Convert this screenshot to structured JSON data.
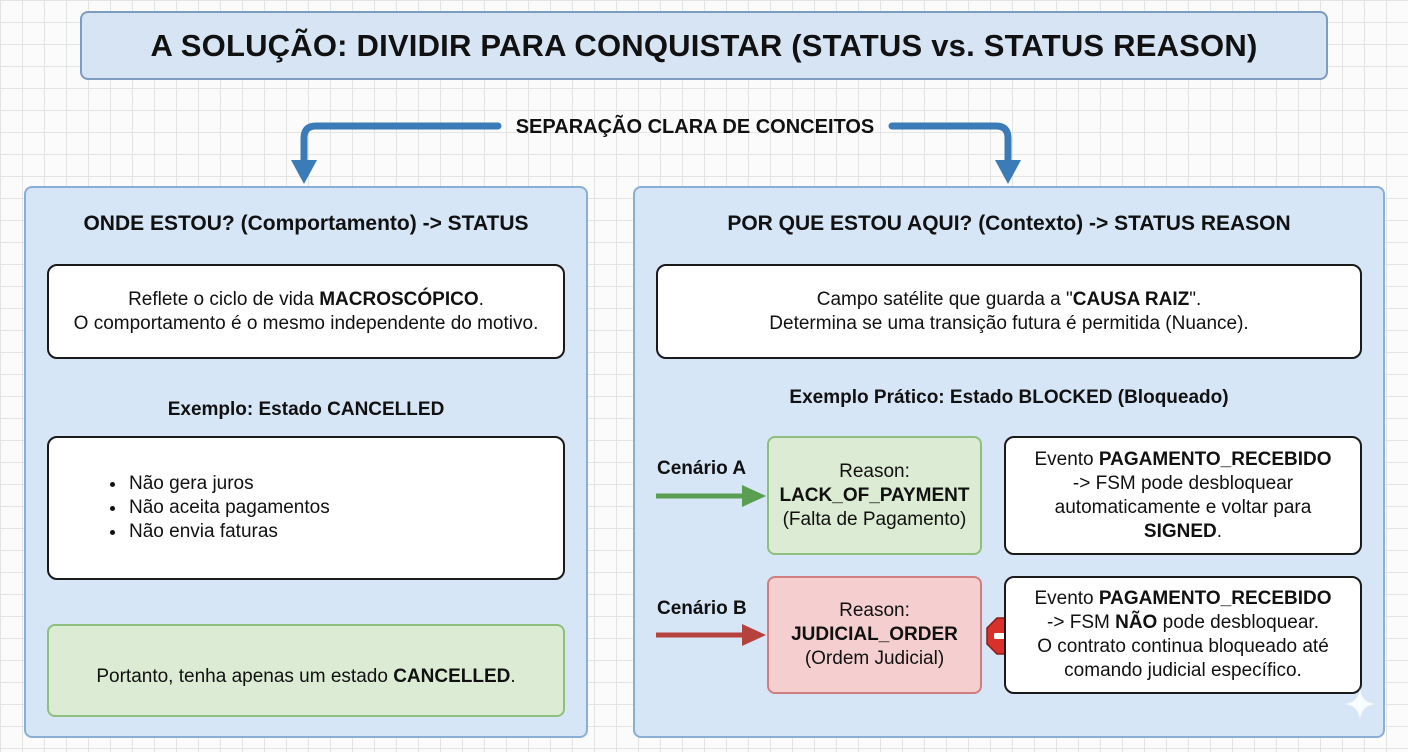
{
  "title": "A SOLUÇÃO: DIVIDIR PARA CONQUISTAR (STATUS vs. STATUS REASON)",
  "separator_label": "SEPARAÇÃO CLARA DE CONCEITOS",
  "colors": {
    "accent_blue": "#3b7bb8",
    "panel_blue": "#d7e6f7",
    "green": "#5a9e4f",
    "red": "#b5423c",
    "stop_red": "#d8312c"
  },
  "left_panel": {
    "heading": "ONDE ESTOU? (Comportamento) -> STATUS",
    "description": {
      "line1_prefix": "Reflete o ciclo de vida ",
      "line1_bold": "MACROSCÓPICO",
      "line1_suffix": ".",
      "line2": "O comportamento é o mesmo independente do motivo."
    },
    "example_heading": "Exemplo: Estado CANCELLED",
    "bullets": [
      "Não gera juros",
      "Não aceita pagamentos",
      "Não envia faturas"
    ],
    "conclusion": {
      "prefix": "Portanto, tenha apenas um estado ",
      "bold": "CANCELLED",
      "suffix": "."
    }
  },
  "right_panel": {
    "heading": "POR QUE ESTOU AQUI? (Contexto) -> STATUS REASON",
    "description": {
      "line1_prefix": "Campo satélite que guarda a \"",
      "line1_bold": "CAUSA RAIZ",
      "line1_suffix": "\".",
      "line2": "Determina se uma transição futura é permitida (Nuance)."
    },
    "example_heading": "Exemplo Prático: Estado BLOCKED (Bloqueado)",
    "scenario_a": {
      "label": "Cenário A",
      "reason_label": "Reason:",
      "reason_code": "LACK_OF_PAYMENT",
      "reason_desc": "(Falta de Pagamento)",
      "outcome": {
        "line1_prefix": "Evento ",
        "line1_bold": "PAGAMENTO_RECEBIDO",
        "line2": "-> FSM pode desbloquear",
        "line3": "automaticamente e voltar para",
        "line4_bold": "SIGNED",
        "line4_suffix": "."
      }
    },
    "scenario_b": {
      "label": "Cenário B",
      "reason_label": "Reason:",
      "reason_code": "JUDICIAL_ORDER",
      "reason_desc": "(Ordem Judicial)",
      "stop_icon": "no-entry-icon",
      "outcome": {
        "line1_prefix": "Evento ",
        "line1_bold": "PAGAMENTO_RECEBIDO",
        "line2_prefix": "-> FSM ",
        "line2_bold": "NÃO",
        "line2_suffix": " pode desbloquear.",
        "line3": "O contrato continua bloqueado até",
        "line4": "comando judicial específico."
      }
    }
  }
}
